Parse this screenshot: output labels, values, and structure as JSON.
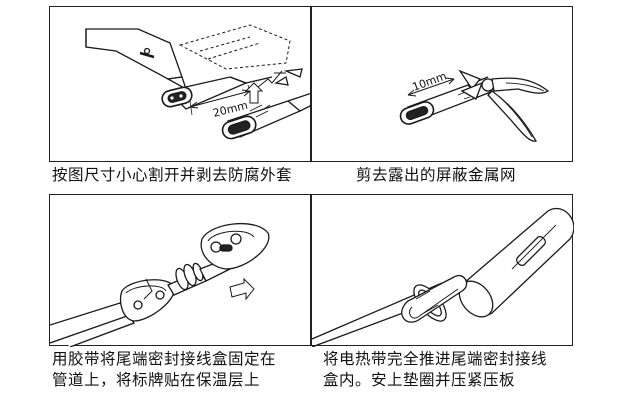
{
  "steps": [
    {
      "caption": [
        "按图尺寸小心割开并剥去防腐外套"
      ],
      "dimension_label": "20mm"
    },
    {
      "caption": [
        "剪去露出的屏蔽金属网"
      ],
      "dimension_label": "10mm"
    },
    {
      "caption": [
        "用胶带将尾端密封接线盒固定在",
        "管道上，将标牌贴在保温层上"
      ]
    },
    {
      "caption": [
        "将电热带完全推进尾端密封接线",
        "盒内。安上垫圈并压紧压板"
      ]
    }
  ]
}
